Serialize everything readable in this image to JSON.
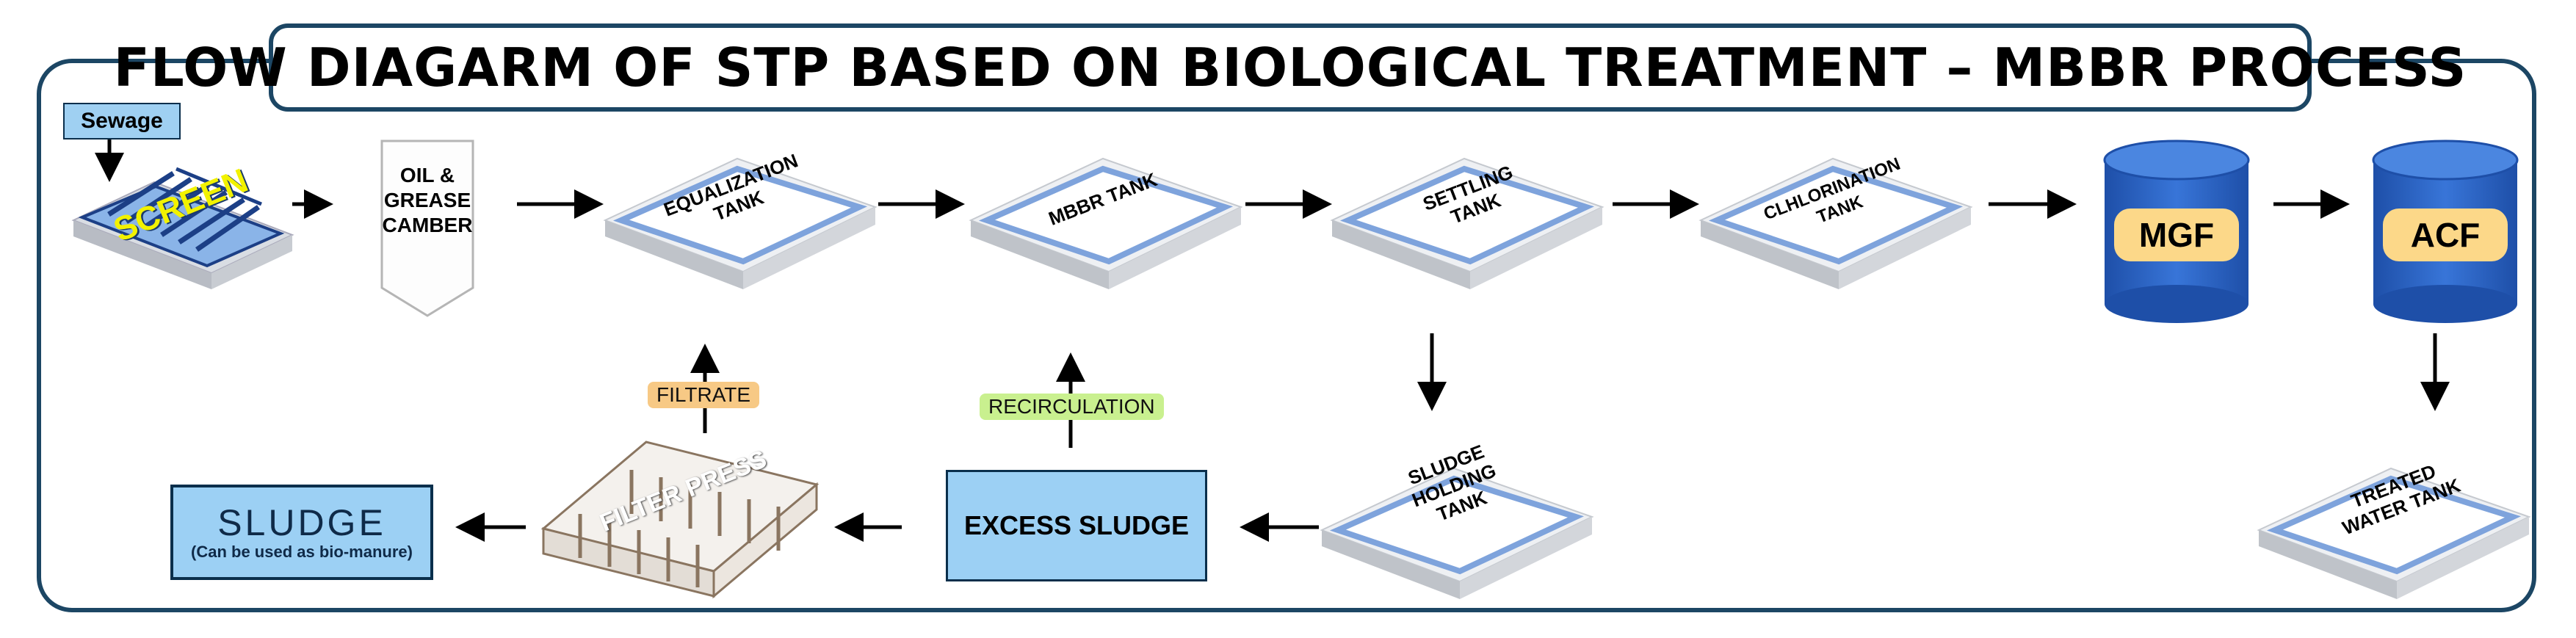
{
  "title": "FLOW DIAGARM OF STP BASED ON BIOLOGICAL TREATMENT – MBBR PROCESS",
  "input": "Sewage",
  "screen": "SCREEN",
  "oil": [
    "OIL &",
    "GREASE",
    "CAMBER"
  ],
  "tanks": {
    "equalization": [
      "EQUALIZATION",
      "TANK"
    ],
    "mbbr": "MBBR TANK",
    "settling": [
      "SETTLING",
      "TANK"
    ],
    "chlorination": [
      "CLHLORINATION",
      "TANK"
    ],
    "sludge_holding": [
      "SLUDGE",
      "HOLDING",
      "TANK"
    ],
    "treated": [
      "TREATED",
      "WATER TANK"
    ]
  },
  "filters": {
    "mgf": "MGF",
    "acf": "ACF"
  },
  "filter_press": "FILTER PRESS",
  "excess_sludge": "EXCESS SLUDGE",
  "sludge": {
    "label": "SLUDGE",
    "note": "(Can be used as bio-manure)"
  },
  "tags": {
    "filtrate": "FILTRATE",
    "recirculation": "RECIRCULATION"
  },
  "colors": {
    "frame": "#1c4664",
    "tank_border": "#7ea3dc",
    "cylinder": "#2f67c8",
    "box": "#9cd0f4",
    "filtrate": "#f7c985",
    "recirculation": "#c9f08f",
    "label": "#fcd889"
  }
}
